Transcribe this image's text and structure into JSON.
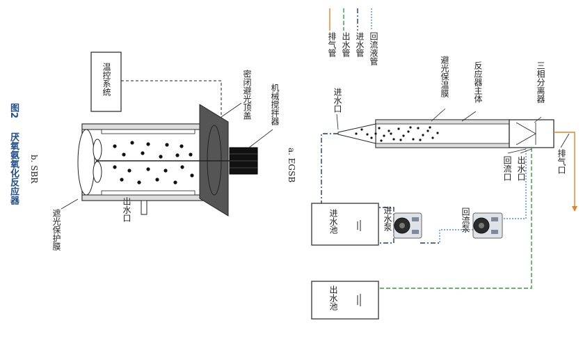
{
  "caption": {
    "number": "图2",
    "title": "厌氧氨氧化反应器"
  },
  "subfigures": {
    "a": "a. EGSB",
    "b": "b. SBR"
  },
  "legend": {
    "reflux": "回流液管",
    "inlet_pipe": "进水管",
    "outlet_pipe": "出水管",
    "exhaust_pipe": "排气管"
  },
  "egsb": {
    "three_phase_separator": "三相分离器",
    "reactor_body": "反应器主体",
    "insulation_film": "避光保温膜",
    "water_inlet": "进水口",
    "gas_outlet": "排气口",
    "water_outlet": "出水口",
    "reflux_port": "回流口",
    "reflux_pump": "回流泵",
    "inlet_pump": "进水泵",
    "inlet_tank": "进水池",
    "outlet_tank": "出水池"
  },
  "sbr": {
    "temp_control": "温控系统",
    "sealed_cover": "密闭避光顶盖",
    "stirrer": "机械搅拌器",
    "water_outlet": "出水口",
    "protective_film": "遮光保护膜"
  },
  "colors": {
    "reflux": "#4a90d9",
    "inlet": "#1f3a6e",
    "outlet": "#2e9e3e",
    "exhaust": "#e8821e",
    "caption": "#1f4e8c"
  }
}
